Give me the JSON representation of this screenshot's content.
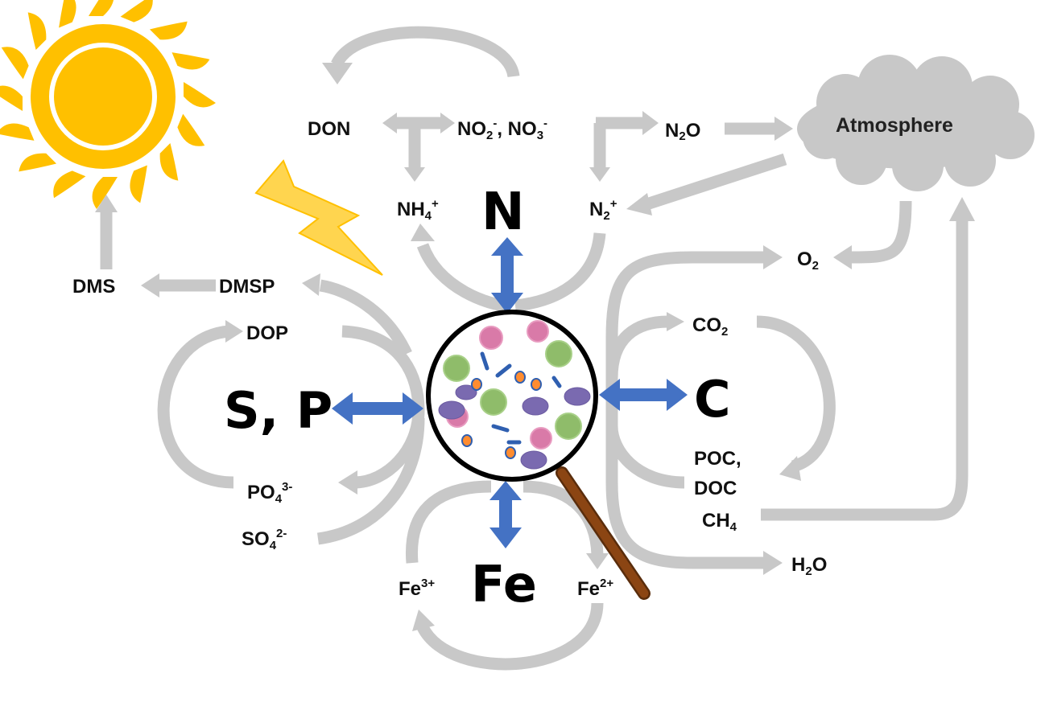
{
  "labels": {
    "don": "DON",
    "nox": [
      "NO",
      "2",
      "-",
      ", NO",
      "3",
      "-"
    ],
    "n2o": [
      "N",
      "2",
      "O"
    ],
    "atmosphere": "Atmosphere",
    "nh4": [
      "NH",
      "4",
      "+"
    ],
    "n_big": "N",
    "n2": [
      "N",
      "2",
      "+"
    ],
    "o2": [
      "O",
      "2"
    ],
    "dms": "DMS",
    "dmsp": "DMSP",
    "dop": "DOP",
    "co2": [
      "CO",
      "2"
    ],
    "sp_big": "S, P",
    "c_big": "C",
    "poc": "POC,",
    "doc": "DOC",
    "ch4": [
      "CH",
      "4"
    ],
    "po4": [
      "PO",
      "4",
      "3-"
    ],
    "so4": [
      "SO",
      "4",
      "2-"
    ],
    "h2o": [
      "H",
      "2",
      "O"
    ],
    "fe3": [
      "Fe",
      "3+"
    ],
    "fe_big": "Fe",
    "fe2": [
      "Fe",
      "2+"
    ]
  },
  "colors": {
    "arrow_gray": "#c8c8c8",
    "double_arrow_blue": "#4472c4",
    "sun": "#ffc000",
    "lightning": "#ffd54f",
    "cloud": "#c8c8c8",
    "magnifier_handle": "#8b4513"
  },
  "icons": [
    "sun-icon",
    "lightning-icon",
    "cloud-icon",
    "magnifying-glass-icon",
    "microbe-icon"
  ]
}
